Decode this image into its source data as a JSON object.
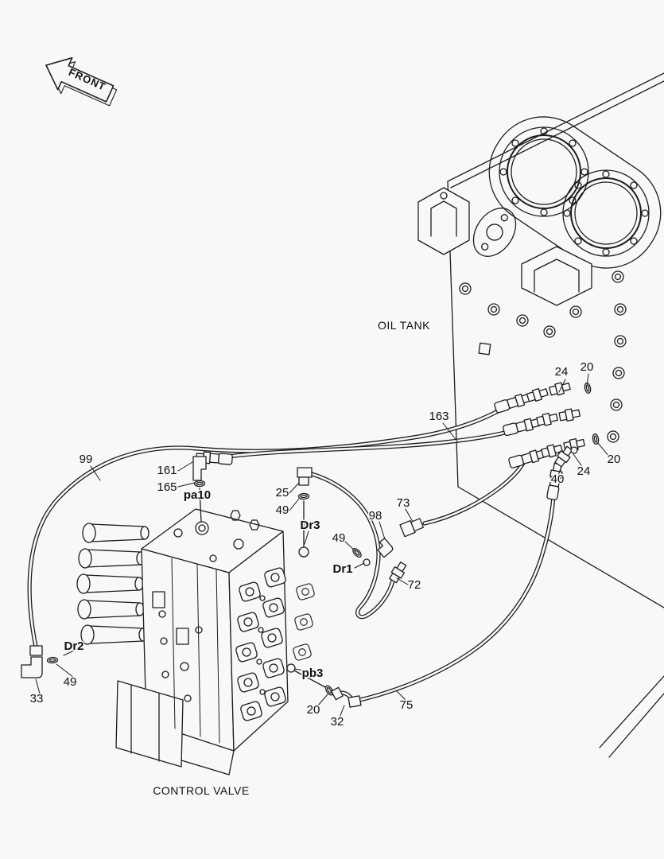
{
  "colors": {
    "background": "#f8f8f8",
    "line": "#1d1d1d"
  },
  "labels": {
    "front_arrow": "FRONT",
    "oil_tank": "OIL TANK",
    "control_valve": "CONTROL VALVE"
  },
  "callouts": {
    "n24_top": "24",
    "n20_top": "20",
    "n163": "163",
    "n99": "99",
    "n161": "161",
    "n165": "165",
    "pa10": "pa10",
    "n25": "25",
    "n49_dr3": "49",
    "dr3": "Dr3",
    "n73": "73",
    "n98": "98",
    "n49_dr1": "49",
    "dr1": "Dr1",
    "n72": "72",
    "n20_right": "20",
    "n40": "40",
    "n24_right": "24",
    "dr2": "Dr2",
    "n49_dr2": "49",
    "n33": "33",
    "pb3": "pb3",
    "n20_bottom": "20",
    "n32": "32",
    "n75": "75"
  }
}
